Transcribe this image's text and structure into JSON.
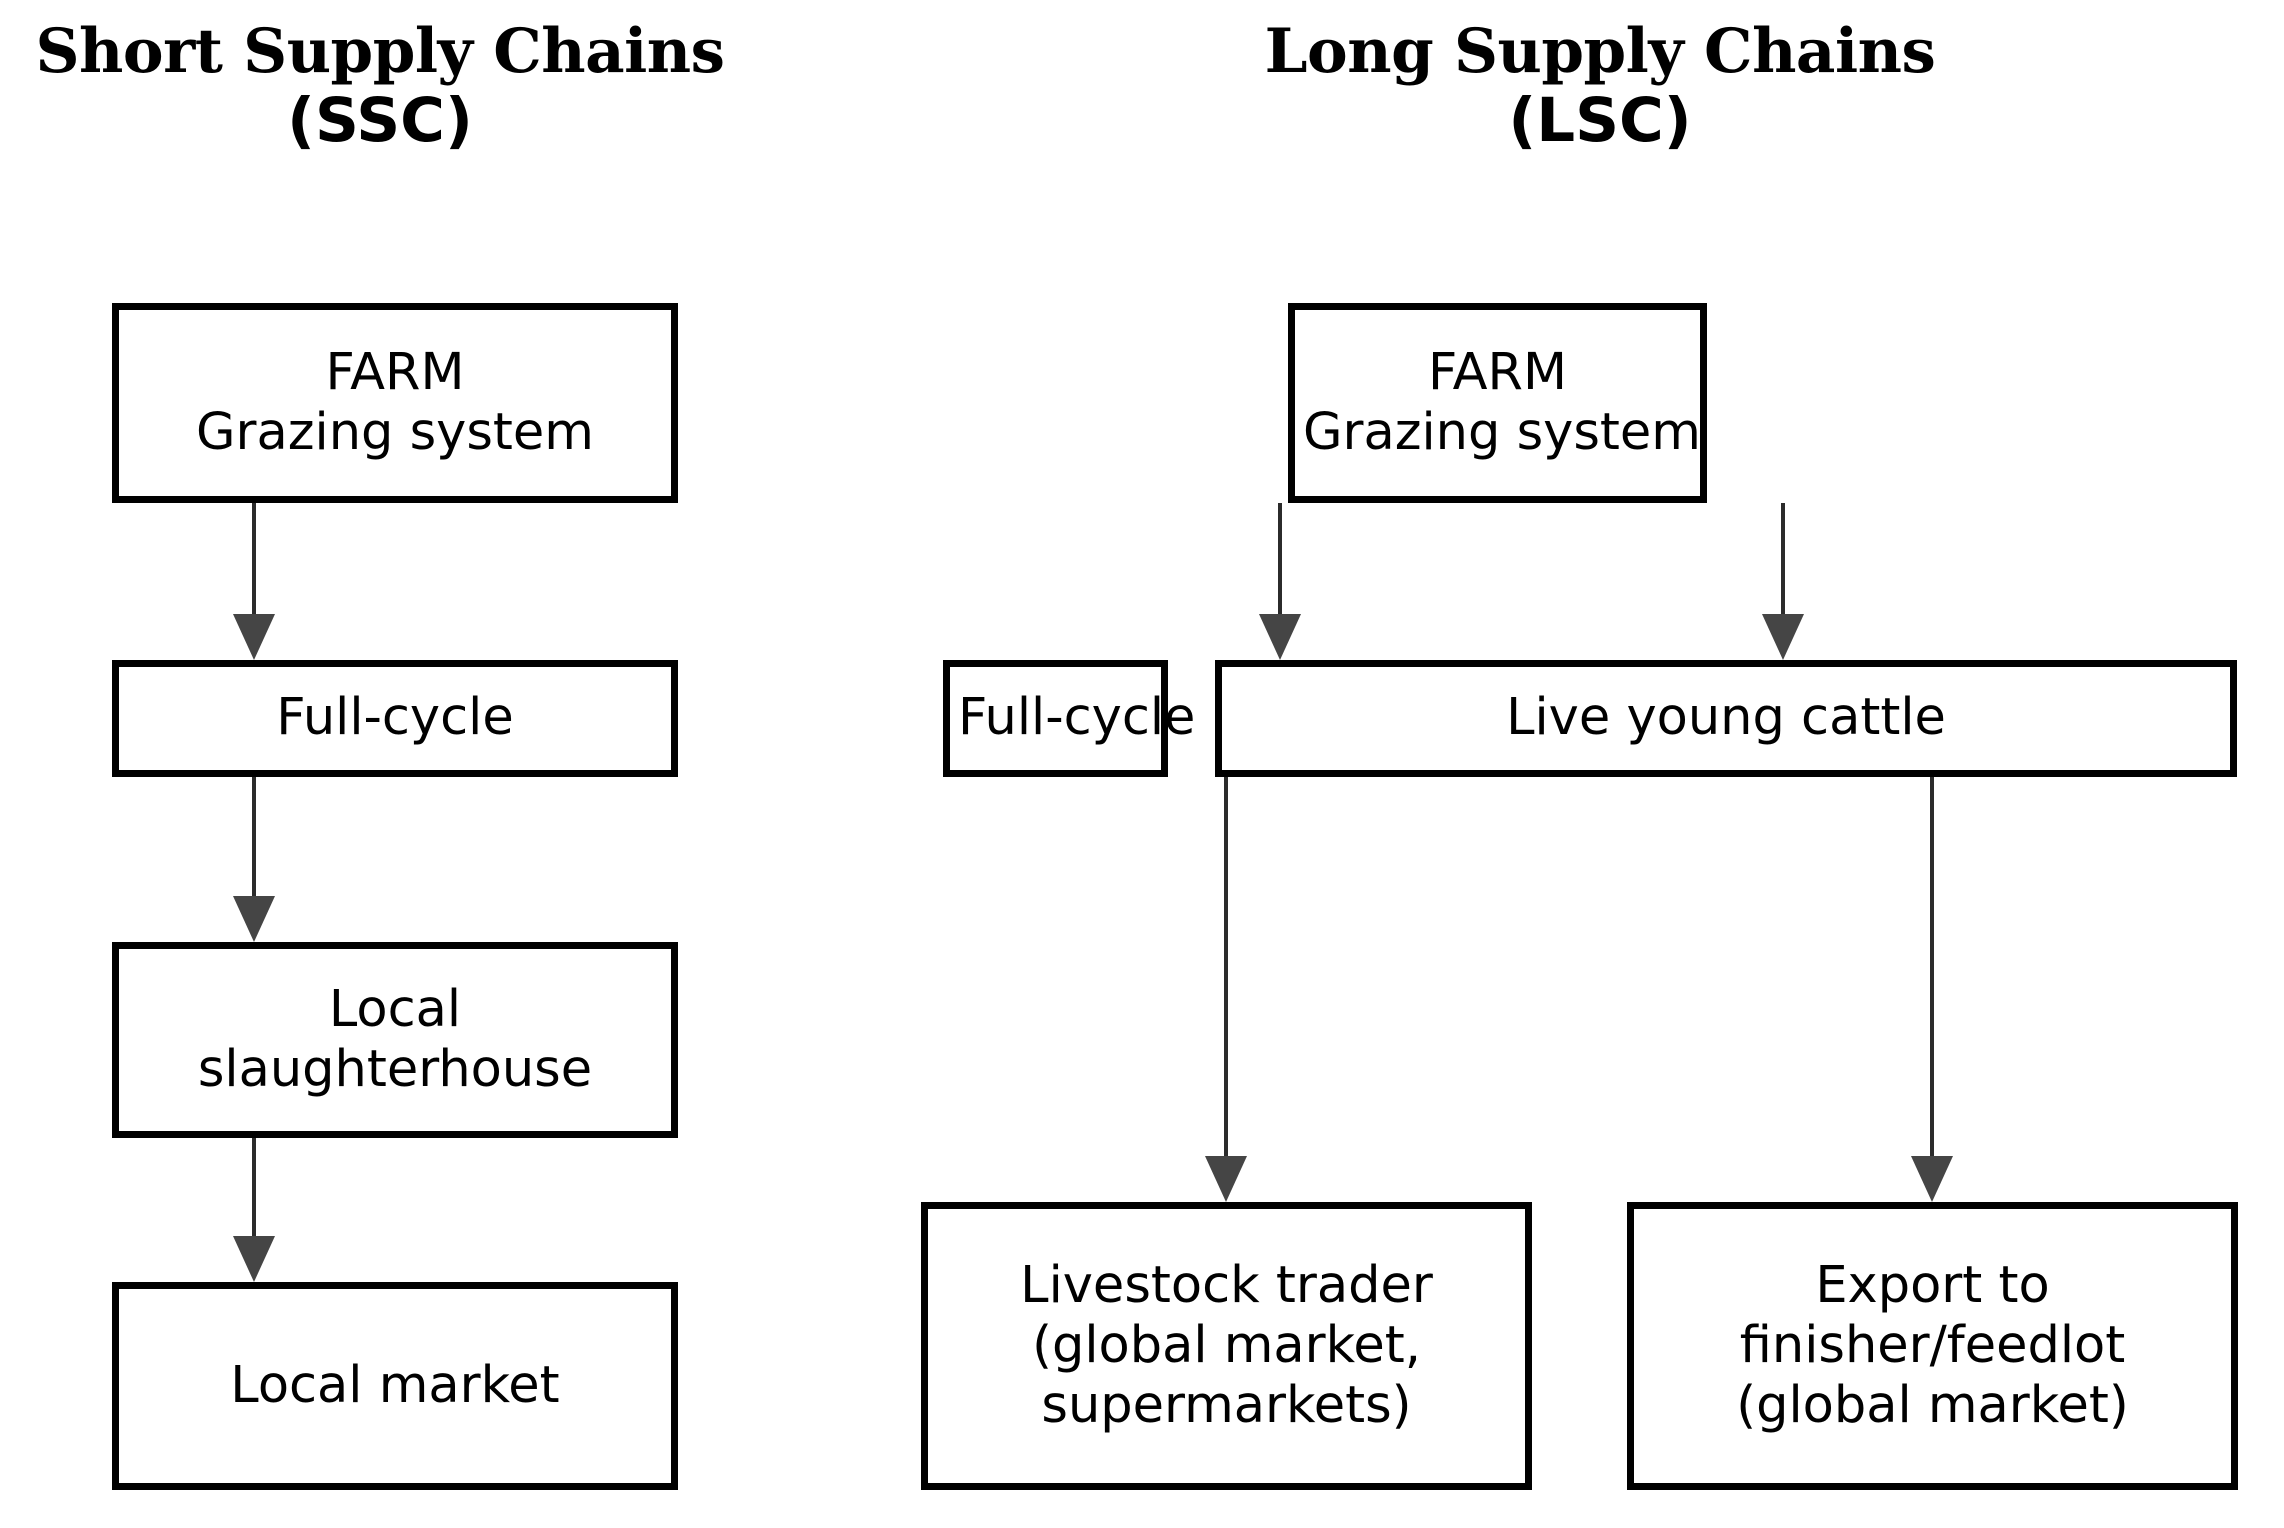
{
  "diagram": {
    "background_color": "#ffffff",
    "line_color": "#000000",
    "arrow_color": "#454545"
  },
  "columns": [
    {
      "id": "ssc",
      "title_main": "Short Supply Chains",
      "title_abbr": "(SSC)"
    },
    {
      "id": "lsc",
      "title_main": "Long Supply Chains",
      "title_abbr": "(LSC)"
    }
  ],
  "nodes": {
    "ssc_farm": {
      "line1": "FARM",
      "line2": "Grazing system"
    },
    "ssc_fullcycle": {
      "line1": "Full-cycle"
    },
    "ssc_slaughterhouse": {
      "line1": "Local",
      "line2": "slaughterhouse"
    },
    "ssc_market": {
      "line1": "Local market"
    },
    "lsc_farm": {
      "line1": "FARM",
      "line2": "Grazing system"
    },
    "lsc_fullcycle": {
      "line1": "Full-cycle"
    },
    "lsc_livecattle": {
      "line1": "Live young cattle"
    },
    "lsc_trader": {
      "line1": "Livestock trader",
      "line2": "(global market,",
      "line3": "supermarkets)"
    },
    "lsc_export": {
      "line1": "Export to",
      "line2": "finisher/feedlot",
      "line3": "(global market)"
    }
  },
  "edges": [
    {
      "id": "ssc-farm-to-fullcycle",
      "from": "ssc_farm",
      "to": "ssc_fullcycle"
    },
    {
      "id": "ssc-fullcycle-to-slaughterhouse",
      "from": "ssc_fullcycle",
      "to": "ssc_slaughterhouse"
    },
    {
      "id": "ssc-slaughterhouse-to-market",
      "from": "ssc_slaughterhouse",
      "to": "ssc_market"
    },
    {
      "id": "lsc-farm-to-fullcycle",
      "from": "lsc_farm",
      "to": "lsc_fullcycle"
    },
    {
      "id": "lsc-farm-to-livecattle",
      "from": "lsc_farm",
      "to": "lsc_livecattle"
    },
    {
      "id": "lsc-fullcycle-to-trader",
      "from": "lsc_fullcycle",
      "to": "lsc_trader"
    },
    {
      "id": "lsc-livecattle-to-export",
      "from": "lsc_livecattle",
      "to": "lsc_export"
    }
  ]
}
